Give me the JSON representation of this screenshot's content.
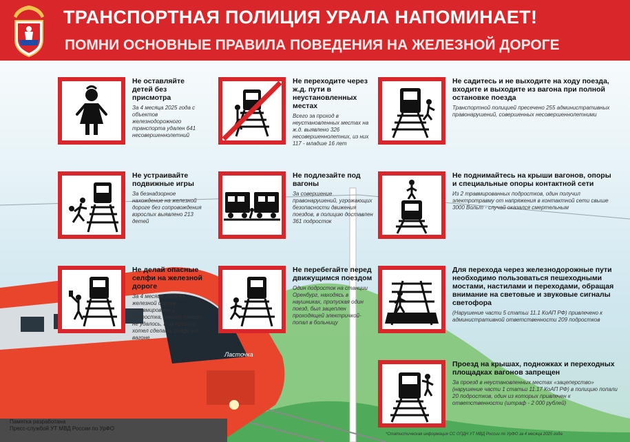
{
  "header": {
    "title": "ТРАНСПОРТНАЯ ПОЛИЦИЯ УРАЛА НАПОМИНАЕТ!",
    "subtitle": "ПОМНИ ОСНОВНЫЕ ПРАВИЛА ПОВЕДЕНИЯ НА ЖЕЛЕЗНОЙ ДОРОГЕ"
  },
  "colors": {
    "accent": "#d8262a",
    "pictogram": "#111111",
    "train": "#e8452c"
  },
  "train": {
    "brand_text": "Ласточка"
  },
  "rules": [
    {
      "icon": "child-icon",
      "title": "Не оставляйте детей без присмотра",
      "desc": "За 4 месяца 2025 года с объектов железнодорожного транспорта удален 641 несовершеннолетний"
    },
    {
      "icon": "no-crossing-icon",
      "title": "Не переходите через ж.д. пути в неустановленных местах",
      "desc": "Всего за проход в неустановленных местах на ж.д. выявлено 326 несовершеннолетних, из них 117 - младше 16 лет"
    },
    {
      "icon": "boarding-train-icon",
      "title": "Не садитесь и не выходите на ходу поезда, входите и выходите из вагона при полной остановке поезда",
      "desc": "Транспортной полицией пресечено 255 административных правонарушений, совершенных несовершеннолетними"
    },
    {
      "icon": "running-child-icon",
      "title": "Не устраивайте подвижные игры",
      "desc": "За безнадзорное нахождение на железной дороге без сопровождения взрослых выявлено 213 детей"
    },
    {
      "icon": "under-wagon-icon",
      "title": "Не подлезайте под вагоны",
      "desc": "За совершение правонарушений, угрожающих безопасности движения поездов, в полицию доставлен 361 подросток"
    },
    {
      "icon": "roof-climb-icon",
      "title": "Не поднимайтесь на крыши вагонов, опоры и специальные опоры контактной сети",
      "desc": "Из 2 травмированных подростков, один получил электротравму от напряжения в контактной сети свыше 3000 Вольт - случай оказался смертельным"
    },
    {
      "icon": "selfie-icon",
      "title": "Не делай опасные селфи на железной дороге",
      "desc": "За 4 месяца 2025 на железной дороге травмировано 2 подростка, одного спасти не удалось, в он просто хотел сделать селфи на вагоне"
    },
    {
      "icon": "run-before-train-icon",
      "title": "Не перебегайте перед движущимся поездом",
      "desc": "Один подросток на станции Оренбург, находясь в наушниках, пропуская один поезд, был зацеплен проходящей электричкой- попал в больницу"
    },
    {
      "icon": "pedestrian-bridge-icon",
      "title": "Для перехода через железнодорожные пути необходимо пользоваться пешеходными мостами, настилами и переходами, обращая внимание на световые и звуковые сигналы светофора",
      "desc": "(Нарушение части 5 статьи 11.1 КоАП РФ) привлечено к административной ответственности 209 подростков"
    },
    {
      "icon": "train-hanging-icon",
      "title": "Проезд на крышах, подножках и переходных площадках вагонов запрещен",
      "desc": "За проезд в неустановленных местах «зацеперство» (нарушение части 1 статьи 11.17 КоАП РФ) в полицию попали 20 подростков, один из которых привлечен к ответственности (штраф - 2 000 рублей)"
    }
  ],
  "footer": {
    "credit_line1": "Памятка разработана",
    "credit_line2": "Пресс-службой УТ МВД России по УрФО",
    "source": "*Статистическая информация СС ОПДН УТ МВД России по УрФО за 4 месяца 2025 года"
  }
}
